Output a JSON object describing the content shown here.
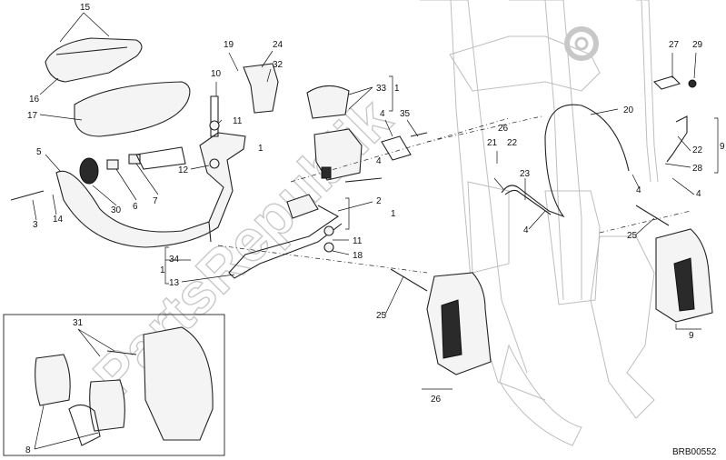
{
  "callouts": {
    "c15": "15",
    "c16": "16",
    "c17": "17",
    "c5": "5",
    "c3": "3",
    "c14": "14",
    "c30": "30",
    "c6": "6",
    "c7": "7",
    "c10": "10",
    "c11a": "11",
    "c12": "12",
    "c19": "19",
    "c24": "24",
    "c32": "32",
    "c33": "33",
    "c1a": "1",
    "c1b": "1",
    "c35": "35",
    "c4a": "4",
    "c4b": "4",
    "c2": "2",
    "c1c": "1",
    "c11b": "11",
    "c18": "18",
    "c34": "34",
    "c1d": "1",
    "c13": "13",
    "c20": "20",
    "c26a": "26",
    "c21": "21",
    "c22a": "22",
    "c23": "23",
    "c4c": "4",
    "c27": "27",
    "c29": "29",
    "c31": "31",
    "c22b": "22",
    "c9a": "9",
    "c28": "28",
    "c4d": "4",
    "c4e": "4",
    "c25a": "25",
    "c25b": "25",
    "c9b": "9",
    "c26b": "26",
    "c8": "8"
  },
  "diagram_code": "BRB00552",
  "watermark": "PartsRepublik",
  "icons": {
    "watermark_gear": "gear-icon"
  }
}
